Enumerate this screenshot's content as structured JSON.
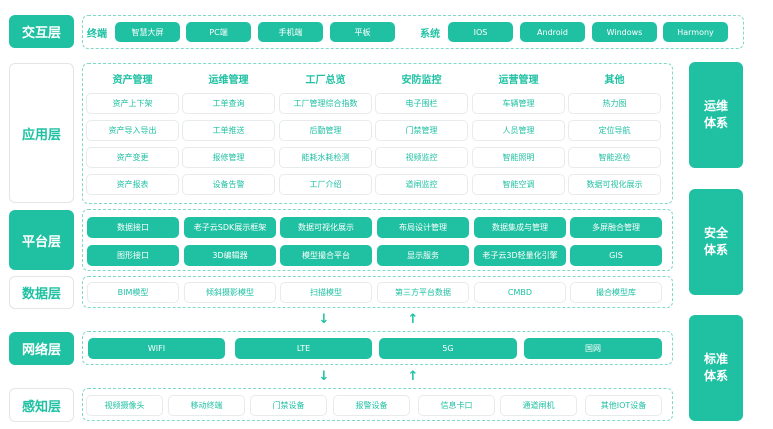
{
  "colors": {
    "accent": "#20c1a3",
    "border": "#e3e6e6",
    "dash": "#7fd9c6"
  },
  "layers": {
    "interaction": {
      "label": "交互层",
      "terminal_label": "终端",
      "terminals": [
        "智慧大屏",
        "PC端",
        "手机端",
        "平板"
      ],
      "system_label": "系统",
      "systems": [
        "IOS",
        "Android",
        "Windows",
        "Harmony"
      ]
    },
    "application": {
      "label": "应用层",
      "columns": [
        {
          "title": "资产管理",
          "items": [
            "资产上下架",
            "资产导入导出",
            "资产变更",
            "资产报表"
          ]
        },
        {
          "title": "运维管理",
          "items": [
            "工单查询",
            "工单推送",
            "报修管理",
            "设备告警"
          ]
        },
        {
          "title": "工厂总览",
          "items": [
            "工厂管理综合指数",
            "后勤管理",
            "能耗水耗检测",
            "工厂介绍"
          ]
        },
        {
          "title": "安防监控",
          "items": [
            "电子围栏",
            "门禁管理",
            "视频监控",
            "道闸监控"
          ]
        },
        {
          "title": "运营管理",
          "items": [
            "车辆管理",
            "人员管理",
            "智能照明",
            "智能空调"
          ]
        },
        {
          "title": "其他",
          "items": [
            "热力图",
            "定位导航",
            "智能巡检",
            "数据可视化展示"
          ]
        }
      ]
    },
    "platform": {
      "label": "平台层",
      "rows": [
        [
          "数据接口",
          "老子云SDK展示框架",
          "数据可视化展示",
          "布局设计管理",
          "数据集成与管理",
          "多屏融合管理"
        ],
        [
          "图形接口",
          "3D编辑器",
          "模型撮合平台",
          "显示服务",
          "老子云3D轻量化引擎",
          "GIS"
        ]
      ]
    },
    "data": {
      "label": "数据层",
      "items": [
        "BIM模型",
        "倾斜摄影模型",
        "扫描模型",
        "第三方平台数据",
        "CMBD",
        "撮合模型库"
      ]
    },
    "network": {
      "label": "网络层",
      "items": [
        "WIFI",
        "LTE",
        "5G",
        "国网"
      ]
    },
    "perception": {
      "label": "感知层",
      "items": [
        "视频摄像头",
        "移动终端",
        "门禁设备",
        "报警设备",
        "信息卡口",
        "通道闸机",
        "其他IOT设备"
      ]
    }
  },
  "side_systems": [
    {
      "line1": "运维",
      "line2": "体系"
    },
    {
      "line1": "安全",
      "line2": "体系"
    },
    {
      "line1": "标准",
      "line2": "体系"
    }
  ],
  "arrows": {
    "down": "↓",
    "up": "↑"
  }
}
